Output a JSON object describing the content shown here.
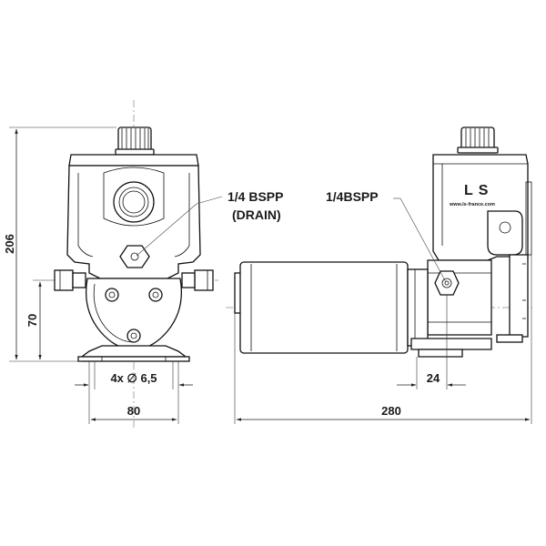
{
  "callouts": {
    "front_port": "1/4 BSPP",
    "front_port_note": "(DRAIN)",
    "side_port": "1/4BSPP"
  },
  "dimensions": {
    "overall_height": "206",
    "shaft_height": "70",
    "mount_holes": "4x ∅ 6,5",
    "base_width": "80",
    "overall_length": "280",
    "port_offset": "24"
  },
  "branding": {
    "logo": "LS",
    "website": "www.ls-france.com"
  }
}
